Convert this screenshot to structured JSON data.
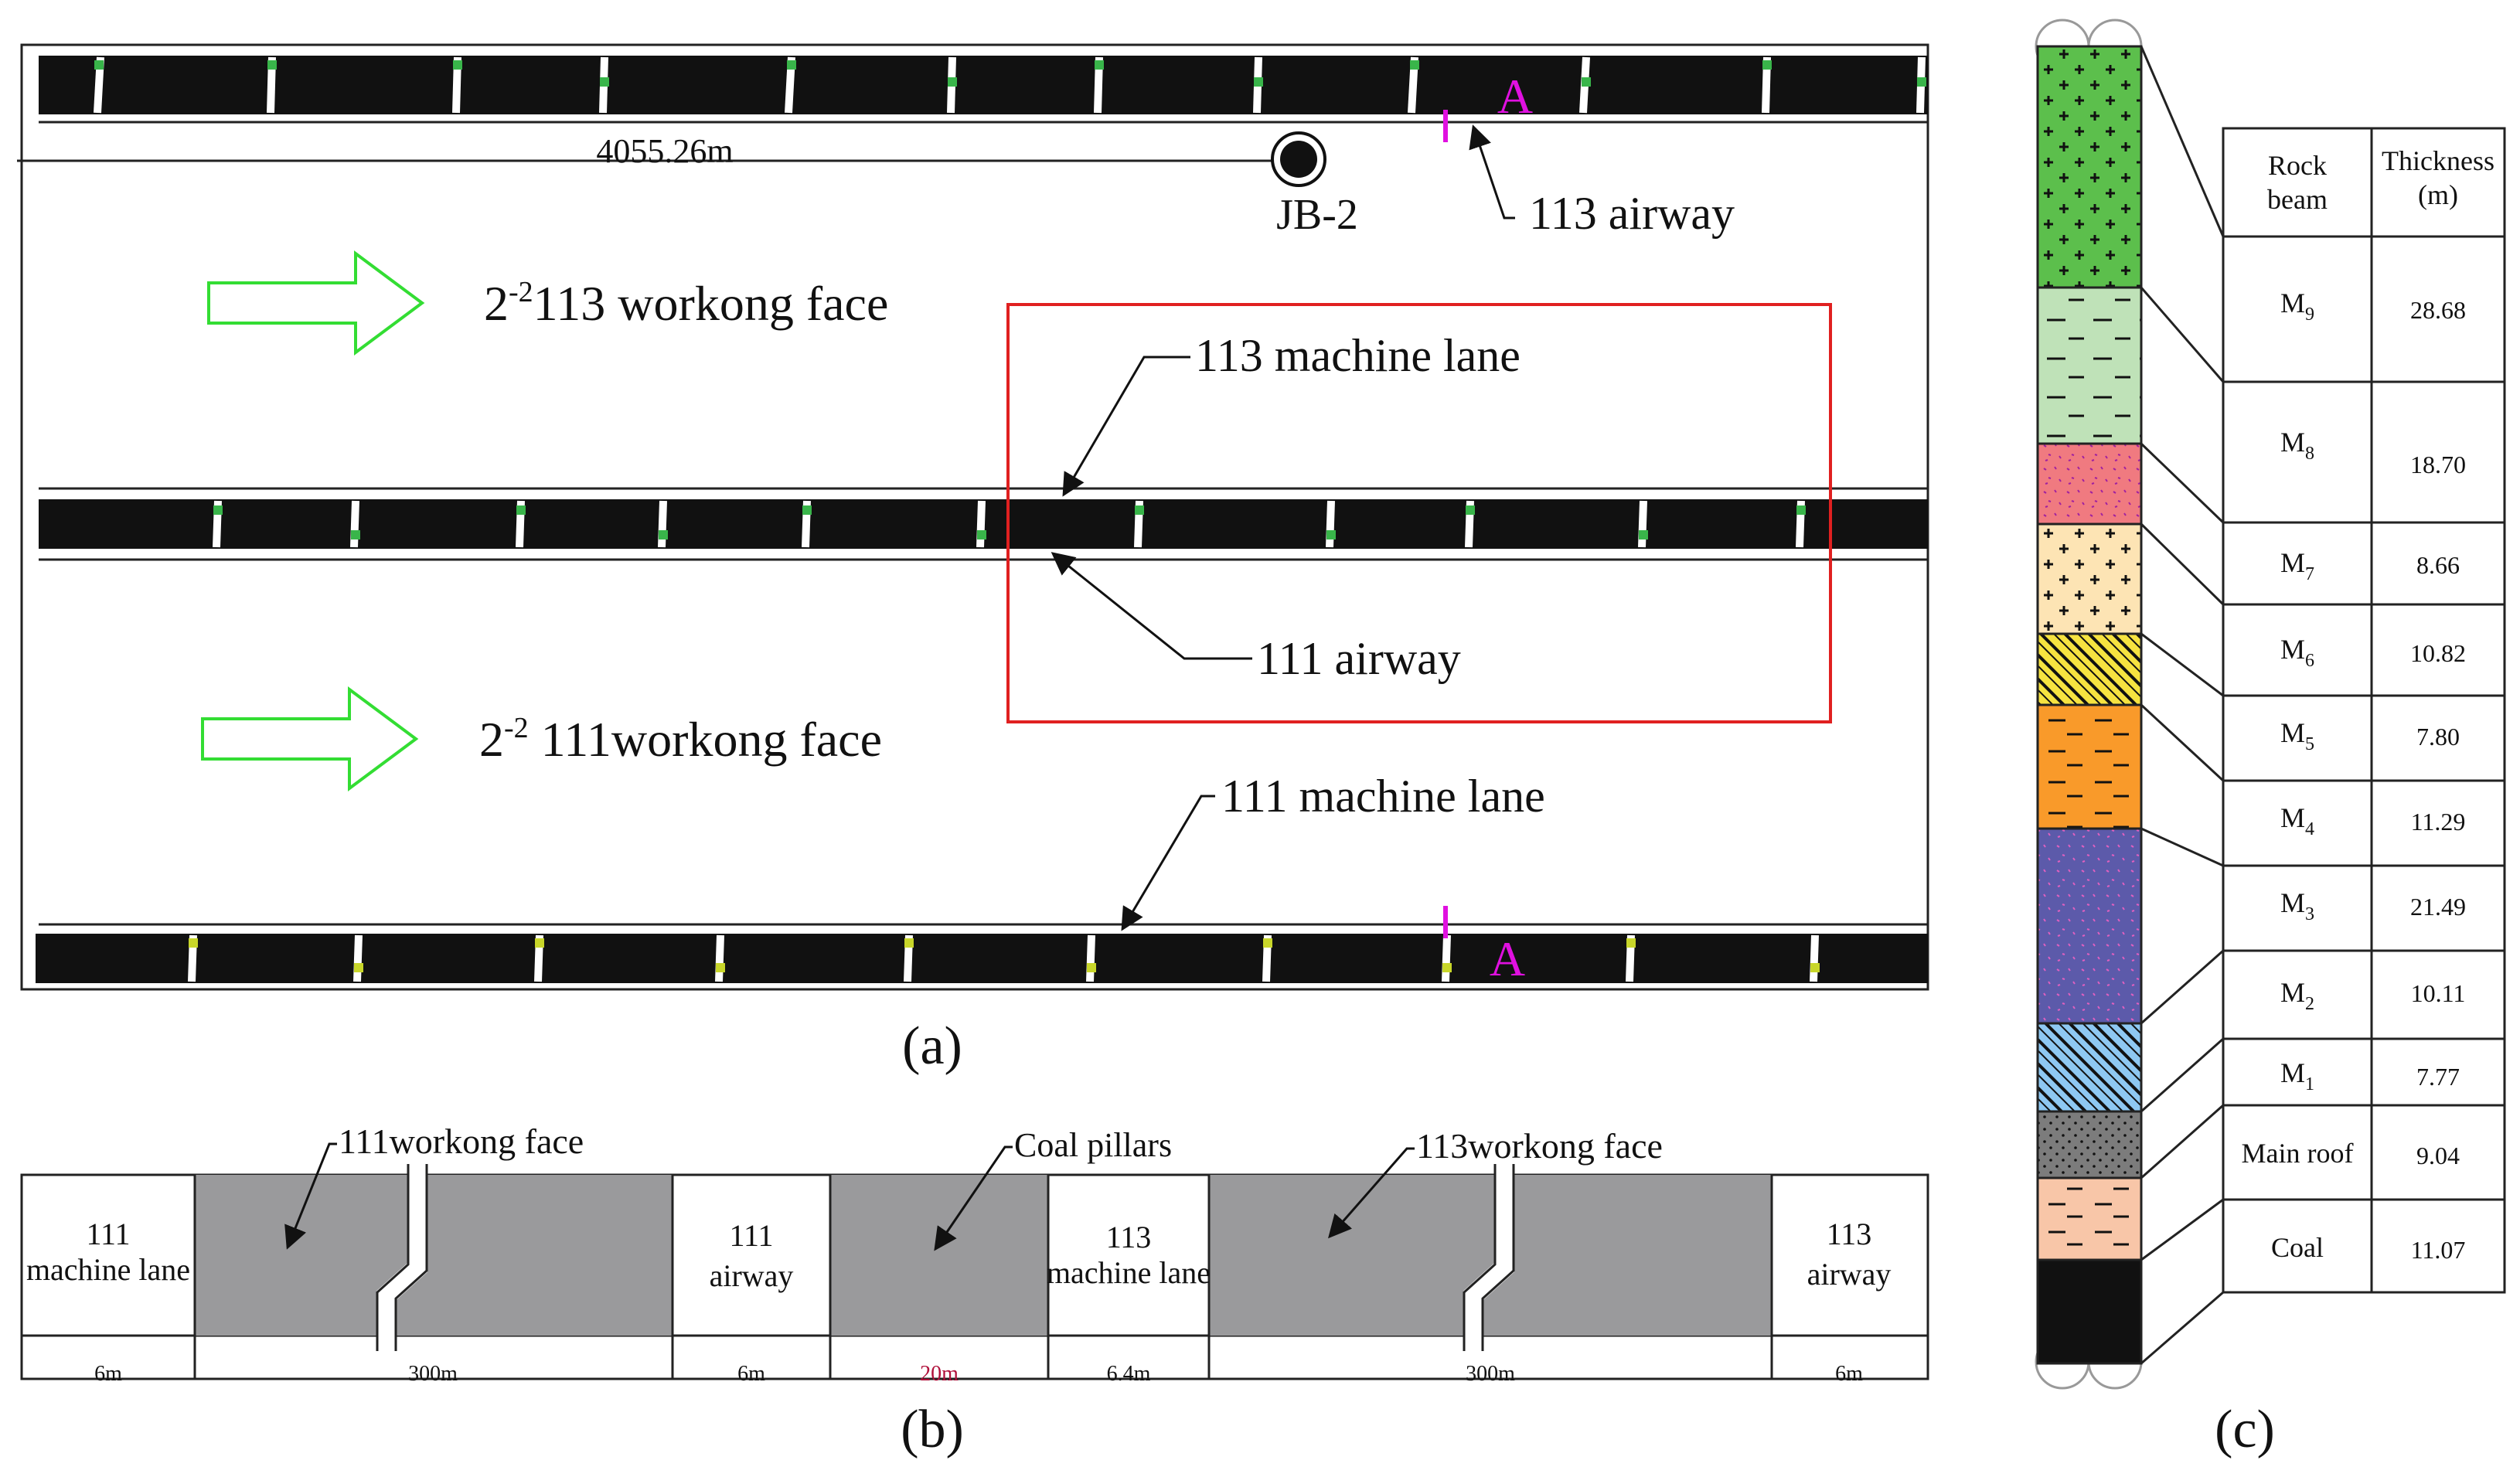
{
  "panel_a": {
    "caption": "(a)",
    "distance_label": "4055.26m",
    "borehole_label": "JB-2",
    "section_marker": "A",
    "labels": {
      "airway_113": "113 airway",
      "face_113_prefix": "2",
      "face_113_sup": "-2",
      "face_113_text": "113 workong face",
      "machine_lane_113": "113 machine lane",
      "airway_111": "111 airway",
      "face_111_prefix": "2",
      "face_111_sup": "-2",
      "face_111_text": " 111workong face",
      "machine_lane_111": "111 machine lane"
    }
  },
  "panel_b": {
    "caption": "(b)",
    "callouts": {
      "face_111": "111workong face",
      "coal_pillars": "Coal pillars",
      "face_113": "113workong face"
    },
    "sections": [
      {
        "line1": "111",
        "line2": "machine lane",
        "width": "6m"
      },
      {
        "line1": "",
        "line2": "",
        "width": "300m"
      },
      {
        "line1": "111",
        "line2": "airway",
        "width": "6m"
      },
      {
        "line1": "",
        "line2": "",
        "width": "20m"
      },
      {
        "line1": "113",
        "line2": "machine lane",
        "width": "6.4m"
      },
      {
        "line1": "",
        "line2": "",
        "width": "300m"
      },
      {
        "line1": "113",
        "line2": "airway",
        "width": "6m"
      }
    ]
  },
  "panel_c": {
    "caption": "(c)",
    "header_beam_1": "Rock",
    "header_beam_2": "beam",
    "header_thick_1": "Thickness",
    "header_thick_2": "(m)",
    "rows": [
      {
        "beam": "M",
        "sub": "9",
        "thickness": "28.68"
      },
      {
        "beam": "M",
        "sub": "8",
        "thickness": "18.70"
      },
      {
        "beam": "M",
        "sub": "7",
        "thickness": "8.66"
      },
      {
        "beam": "M",
        "sub": "6",
        "thickness": "10.82"
      },
      {
        "beam": "M",
        "sub": "5",
        "thickness": "7.80"
      },
      {
        "beam": "M",
        "sub": "4",
        "thickness": "11.29"
      },
      {
        "beam": "M",
        "sub": "3",
        "thickness": "21.49"
      },
      {
        "beam": "M",
        "sub": "2",
        "thickness": "10.11"
      },
      {
        "beam": "M",
        "sub": "1",
        "thickness": "7.77"
      },
      {
        "beam": "Main roof",
        "sub": "",
        "thickness": "9.04"
      },
      {
        "beam": "Coal",
        "sub": "",
        "thickness": "11.07"
      }
    ]
  },
  "colors": {
    "working_face_arrow": "#33dd33",
    "monitor_box": "#e02020",
    "section_marker": "#e010e0",
    "coal_pillar_fill": "#9a9a9c",
    "coal_pillar_label": "#b0103a"
  }
}
